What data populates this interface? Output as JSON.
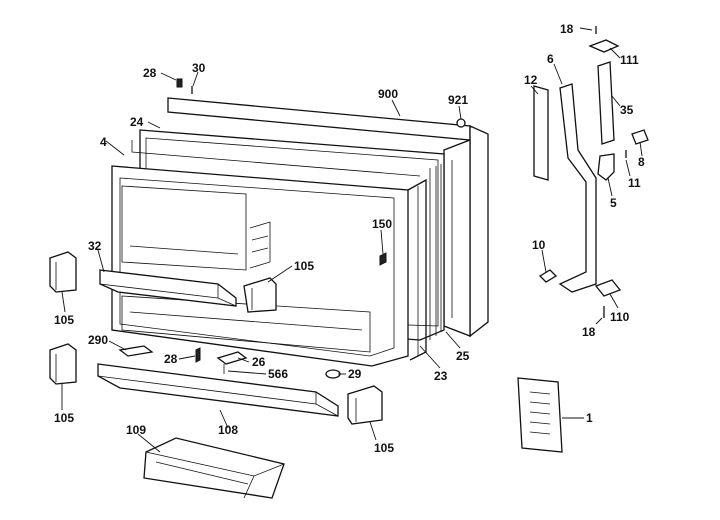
{
  "diagram": {
    "callouts": {
      "c1": "1",
      "c5": "5",
      "c6": "6",
      "c8": "8",
      "c10": "10",
      "c11": "11",
      "c12": "12",
      "c18a": "18",
      "c18b": "18",
      "c23": "23",
      "c24": "24",
      "c25": "25",
      "c26": "26",
      "c28a": "28",
      "c28b": "28",
      "c29": "29",
      "c30": "30",
      "c32": "32",
      "c35": "35",
      "c4": "4",
      "c105a": "105",
      "c105b": "105",
      "c105c": "105",
      "c105d": "105",
      "c108": "108",
      "c109": "109",
      "c110": "110",
      "c111": "111",
      "c150": "150",
      "c290": "290",
      "c566": "566",
      "c900": "900",
      "c921": "921"
    }
  }
}
